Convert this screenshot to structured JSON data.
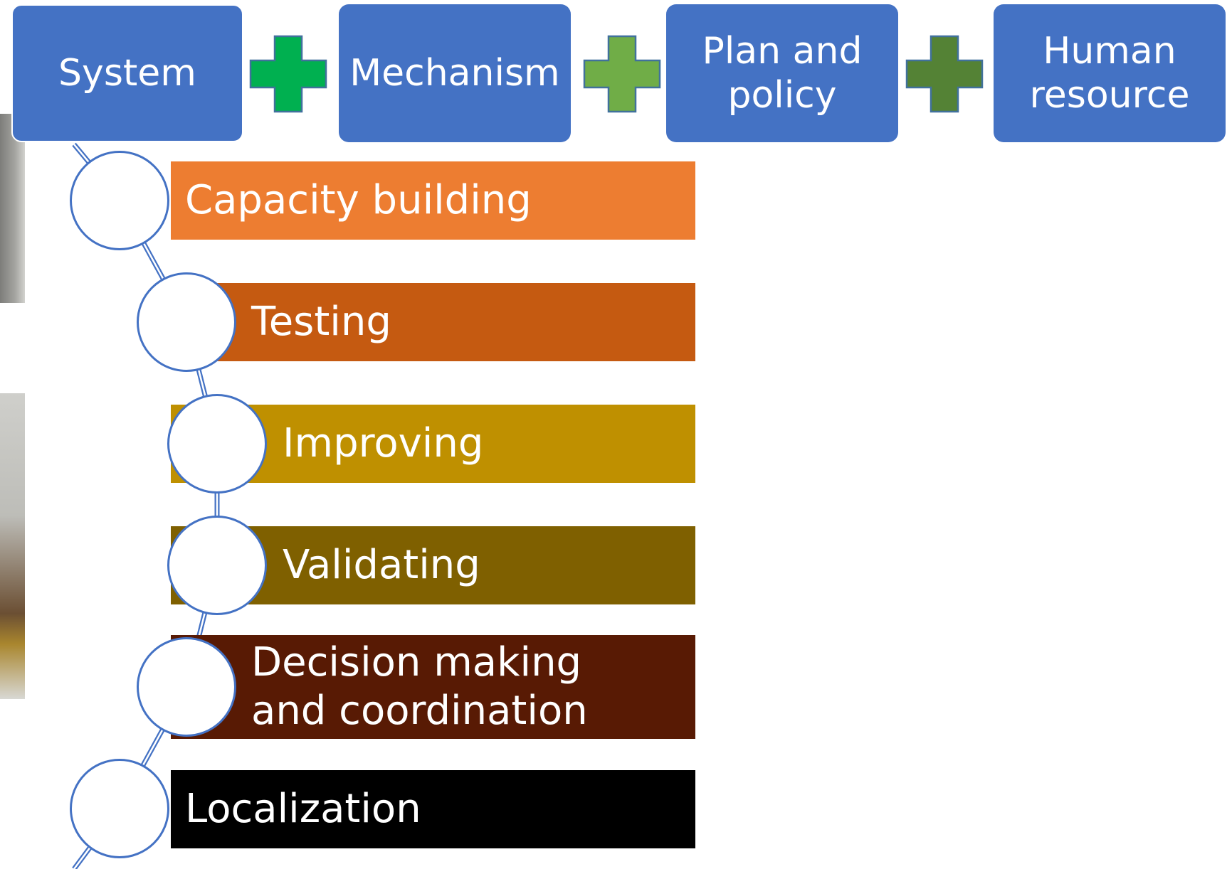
{
  "header": {
    "boxes": [
      {
        "label": "System"
      },
      {
        "label": "Mechanism"
      },
      {
        "label": "Plan and policy"
      },
      {
        "label": "Human resource"
      }
    ],
    "plus_colors": [
      "#00b050",
      "#70ad47",
      "#548235"
    ],
    "box_color": "#4472c4"
  },
  "steps": [
    {
      "label": "Capacity building",
      "color": "#ed7d31"
    },
    {
      "label": "Testing",
      "color": "#c55a11"
    },
    {
      "label": "Improving",
      "color": "#bf9000"
    },
    {
      "label": "Validating",
      "color": "#7f6000"
    },
    {
      "label": "Decision making and coordination",
      "color": "#581a04"
    },
    {
      "label": "Localization",
      "color": "#000000"
    }
  ]
}
